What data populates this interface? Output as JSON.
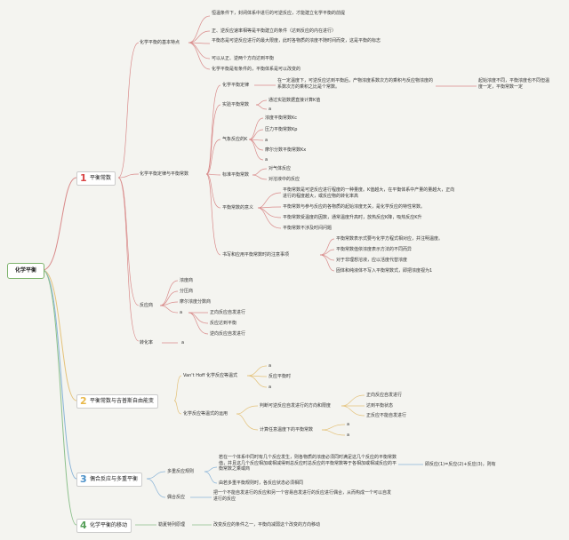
{
  "root": {
    "label": "化学平衡"
  },
  "branches": [
    {
      "number": "1",
      "label": "平衡常数",
      "color": "#d94444"
    },
    {
      "number": "2",
      "label": "平衡常数与吉普斯自由能变",
      "color": "#e8b84a"
    },
    {
      "number": "3",
      "label": "偶合反应与多重平衡",
      "color": "#4a90c8"
    },
    {
      "number": "4",
      "label": "化学平衡的移动",
      "color": "#57a05a"
    }
  ],
  "b1": {
    "features": {
      "label": "化学平衡的基本特点",
      "items": [
        "恒温条件下，封闭体系中进行的可逆反应，才能建立化学平衡的前提",
        "正、逆反应速率相等是平衡建立的条件（达到反应的内在进行）",
        "平衡态是可逆反应进行的最大限度，此时各物质的浓度不随时间而变，这是平衡的标志",
        "可以从正、逆两个方向达到平衡",
        "化学平衡是有条件的，平衡体系是可以改变的"
      ]
    },
    "law": {
      "label": "化学平衡定律与平衡常数",
      "law_node": {
        "label": "化学平衡定律",
        "text": "在一定温度下，可逆反应达到平衡后，产物浓度系数次方的乘积与反应物浓度的系数次方的乘积之比是个常数。",
        "side_note": "起始浓度不同，平衡浓度也不同但温度一定，平衡常数一定"
      },
      "experimental": {
        "label": "实验平衡常数",
        "items": [
          "通过实验数据直接计算K值",
          "a"
        ]
      },
      "gas": {
        "label": "气象反应的K",
        "items": [
          "浓度平衡常数Kc",
          "压力平衡常数Kp",
          "a",
          "摩尔分数平衡常数Kx",
          "a"
        ]
      },
      "standard": {
        "label": "标准平衡常数",
        "items": [
          "对气体反应",
          "对溶液中的反应"
        ]
      },
      "meaning": {
        "label": "平衡常数的意义",
        "items": [
          "平衡常数是可逆反应进行程度的一种量度。K值越大，在平衡体系中产量的量越大，正向进行的程度越大，或反应物的转化率高",
          "平衡常数与参与反应的各物质的起始浓度无关，是化学反应的特性常数。",
          "平衡常数受温度的因数，通常温度升高时，放热反应K降，吸热反应K升",
          "平衡常数不涉及时间问题"
        ]
      },
      "notes": {
        "label": "书写和应用平衡常数时的注意事项",
        "items": [
          "平衡常数表示式要与化学方程式相对应，并注明温度。",
          "平衡常数值依浓度表示方法的不同而异",
          "对于非理想溶液，应以活度代替浓度",
          "固体和纯液体不写入平衡常数式，即把浓度视为1"
        ]
      }
    },
    "quotient": {
      "label": "反应商",
      "items": [
        "浓度商",
        "分压商",
        "摩尔浓度分数商",
        "a"
      ],
      "sub": [
        "正向反应自发进行",
        "反应达到平衡",
        "逆向反应自发进行"
      ]
    },
    "conversion": {
      "label": "转化率",
      "value": "a"
    }
  },
  "b2": {
    "vant_hoff": {
      "label": "Van't Hoff 化学反应等温式",
      "items": [
        "a",
        "反应平衡时",
        "a"
      ]
    },
    "application": {
      "label": "化学反应等温式的运用",
      "direction": {
        "label": "判断可逆反应自发进行的方向和限度",
        "items": [
          "正向反应自发进行",
          "达到平衡状态",
          "正反应不能自发进行"
        ]
      },
      "calc": {
        "label": "计算任意温度下的平衡常数",
        "items": [
          "a",
          "a"
        ]
      }
    }
  },
  "b3": {
    "multiple": {
      "label": "多重反应规则",
      "text": "若在一个体系中同时有几个反应发生，则各物质的浓度必须同时满足这几个反应的平衡常数值，并且这几个反应相加或相减得到总反应时总反应的平衡常数等于各相加或相减反应的平衡常数之乘或商",
      "formula": "即反应(1)=反应(2)+反应(3)，则有",
      "note": "由若多重平衡规则时，各反应状态必须相同"
    },
    "coupled": {
      "label": "偶合反应",
      "text": "把一个不能自发进行的反应和另一个容易自发进行的反应进行偶合，从而构成一个可以自发进行的反应"
    }
  },
  "b4": {
    "le_chatelier": {
      "label": "勒夏特列原理",
      "text": "改变反应的条件之一，平衡向减弱这个改变的方向移动"
    }
  }
}
